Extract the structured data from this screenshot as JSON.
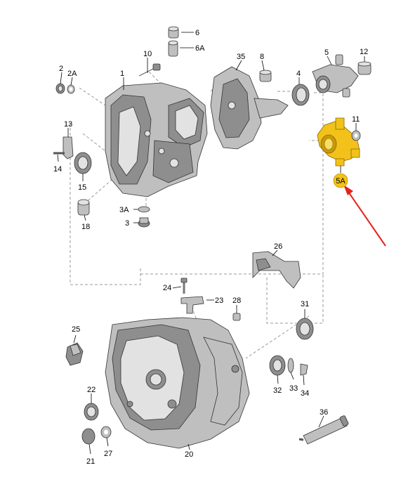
{
  "colors": {
    "highlight": "#f2c21b",
    "arrow": "#e8221b",
    "part": "#bfbfbf",
    "part_dark": "#8e8e8e"
  },
  "labels": {
    "l1": "1",
    "l2": "2",
    "l2a": "2A",
    "l3": "3",
    "l3a": "3A",
    "l4": "4",
    "l5": "5",
    "l5a": "5A",
    "l6": "6",
    "l6a": "6A",
    "l8": "8",
    "l10": "10",
    "l11": "11",
    "l12": "12",
    "l13": "13",
    "l14": "14",
    "l15": "15",
    "l18": "18",
    "l20": "20",
    "l21": "21",
    "l22": "22",
    "l23": "23",
    "l24": "24",
    "l25": "25",
    "l26": "26",
    "l27": "27",
    "l28": "28",
    "l31": "31",
    "l32": "32",
    "l33": "33",
    "l34": "34",
    "l35": "35",
    "l36": "36"
  }
}
